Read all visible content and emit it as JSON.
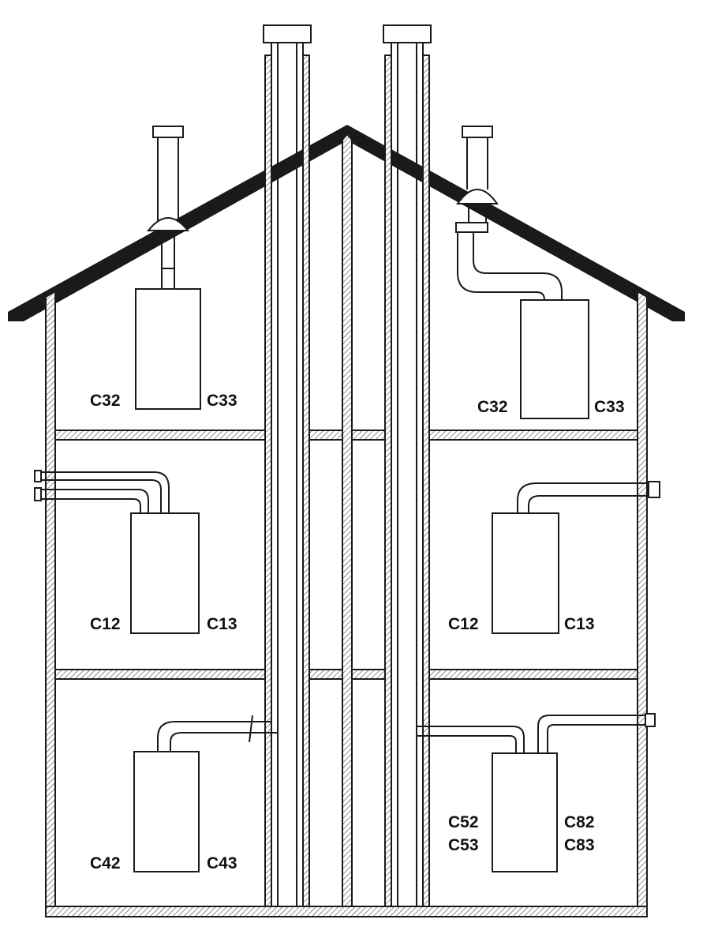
{
  "diagram": {
    "colors": {
      "line": "#1a1a1a",
      "roof": "#1a1a1a",
      "background": "#ffffff"
    },
    "labels": {
      "attic_left_a": "C32",
      "attic_left_b": "C33",
      "attic_right_a": "C32",
      "attic_right_b": "C33",
      "middle_left_a": "C12",
      "middle_left_b": "C13",
      "middle_right_a": "C12",
      "middle_right_b": "C13",
      "ground_left_a": "C42",
      "ground_left_b": "C43",
      "ground_right_a": "C52",
      "ground_right_b": "C53",
      "ground_right_c": "C82",
      "ground_right_d": "C83"
    }
  }
}
